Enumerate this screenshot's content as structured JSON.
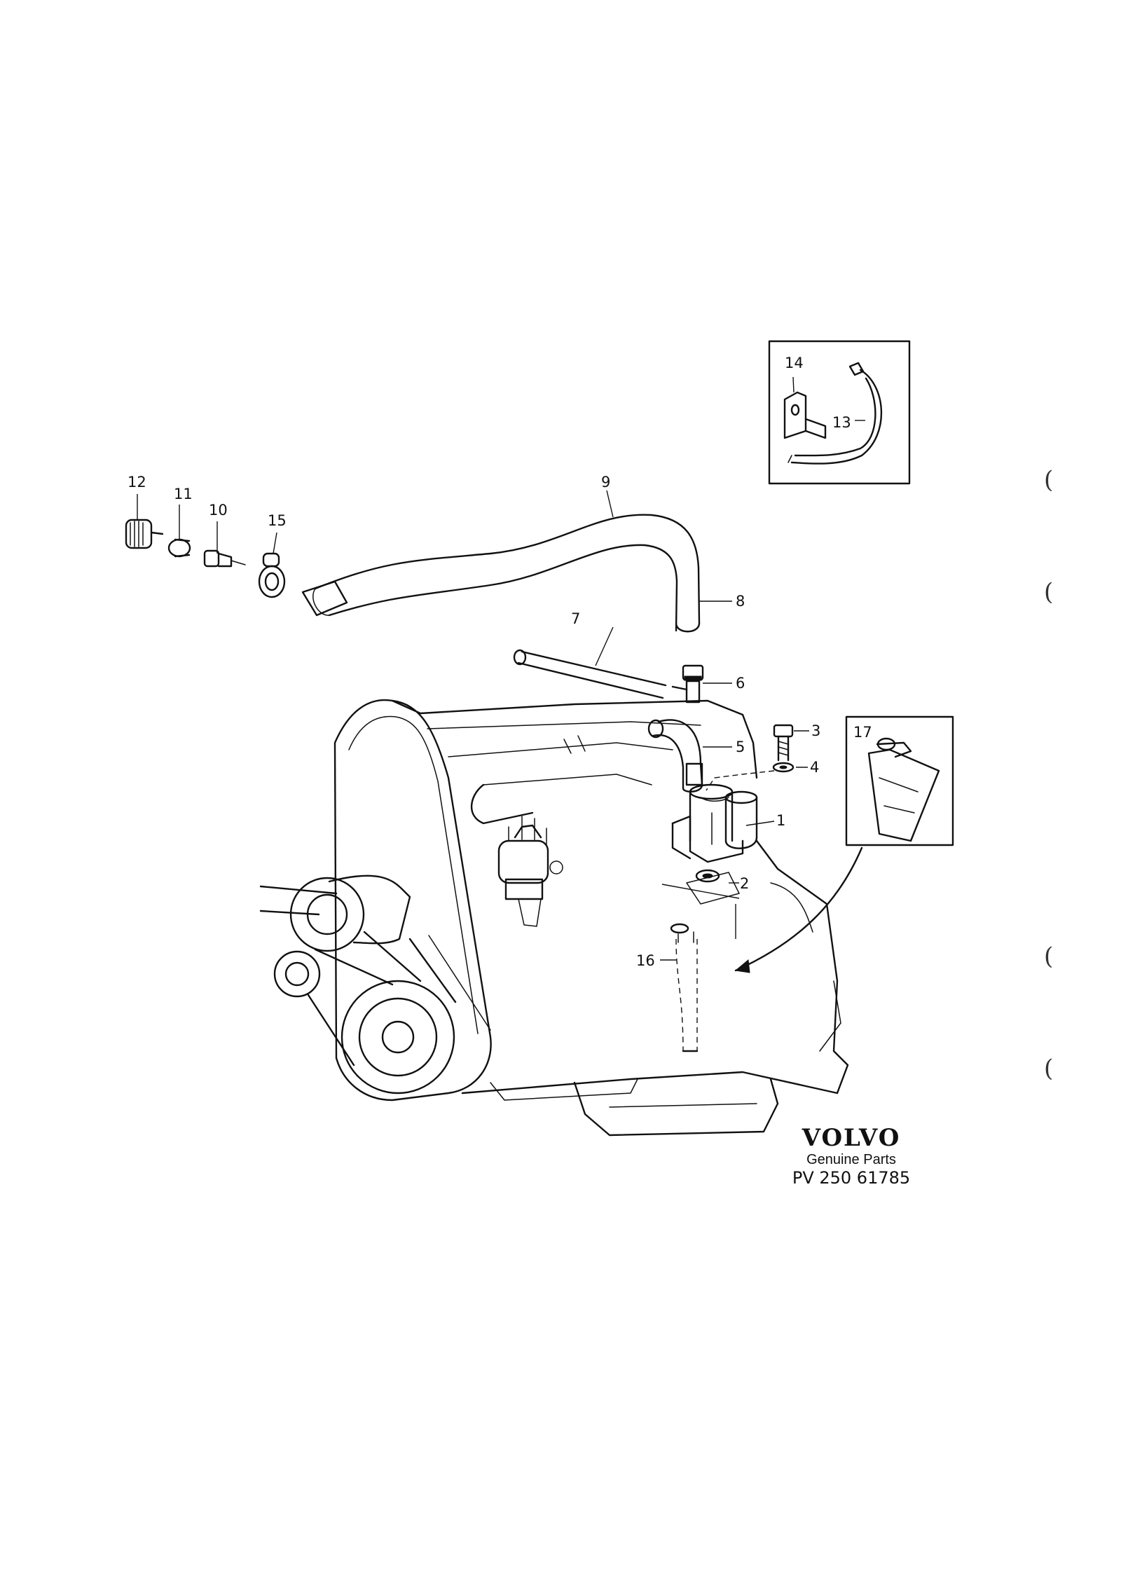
{
  "callouts": [
    "1",
    "2",
    "3",
    "4",
    "5",
    "6",
    "7",
    "8",
    "9",
    "10",
    "11",
    "12",
    "13",
    "14",
    "15",
    "16",
    "17"
  ],
  "brand": {
    "logo": "VOLVO",
    "subtitle": "Genuine Parts",
    "part_number": "PV 250 61785"
  },
  "margin_marks": [
    "(",
    "(",
    "(",
    "("
  ]
}
